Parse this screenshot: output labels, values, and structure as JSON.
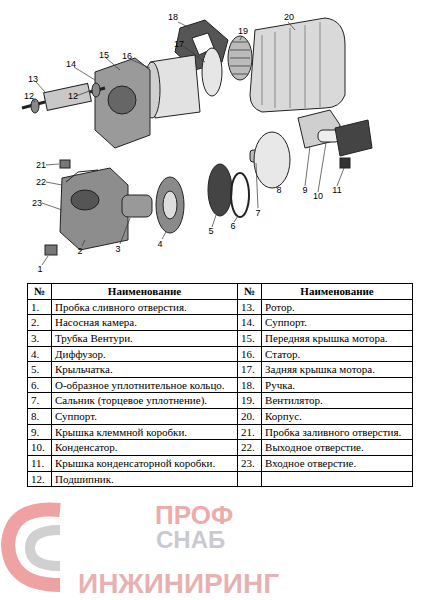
{
  "diagram": {
    "labels": [
      "18",
      "20",
      "17",
      "19",
      "13",
      "14",
      "15",
      "16",
      "12",
      "12",
      "21",
      "22",
      "23",
      "1",
      "2",
      "3",
      "4",
      "5",
      "6",
      "7",
      "8",
      "9",
      "10",
      "11",
      "№",
      "Наименование",
      "№",
      "Наименование",
      "1.",
      "Пробка сливного отверстия.",
      "13.",
      "Ротор.",
      "2.",
      "Насосная камера.",
      "14.",
      "Суппорт.",
      "3.",
      "Трубка Вентури.",
      "15.",
      "Передняя крышка мотора.",
      "4.",
      "Диффузор.",
      "16.",
      "Статор.",
      "5.",
      "Крыльчатка.",
      "17.",
      "Задняя крышка мотора.",
      "6.",
      "О-образное уплотнительное кольцо.",
      "18.",
      "Ручка.",
      "7.",
      "Сальник (торцевое уплотнение).",
      "19.",
      "Вентилятор.",
      "8.",
      "Суппорт.",
      "20.",
      "Корпус.",
      "9.",
      "Крышка клеммной коробки.",
      "21.",
      "Пробка заливного отверстия.",
      "10.",
      "Конденсатор.",
      "22.",
      "Выходное отверстие.",
      "11.",
      "Крышка конденсаторной коробки.",
      "23.",
      "Входное отверстие.",
      "12.",
      "Подшипник.",
      "ПРОФ",
      "СНАБ",
      "ИНЖИНИРИНГ"
    ]
  }
}
